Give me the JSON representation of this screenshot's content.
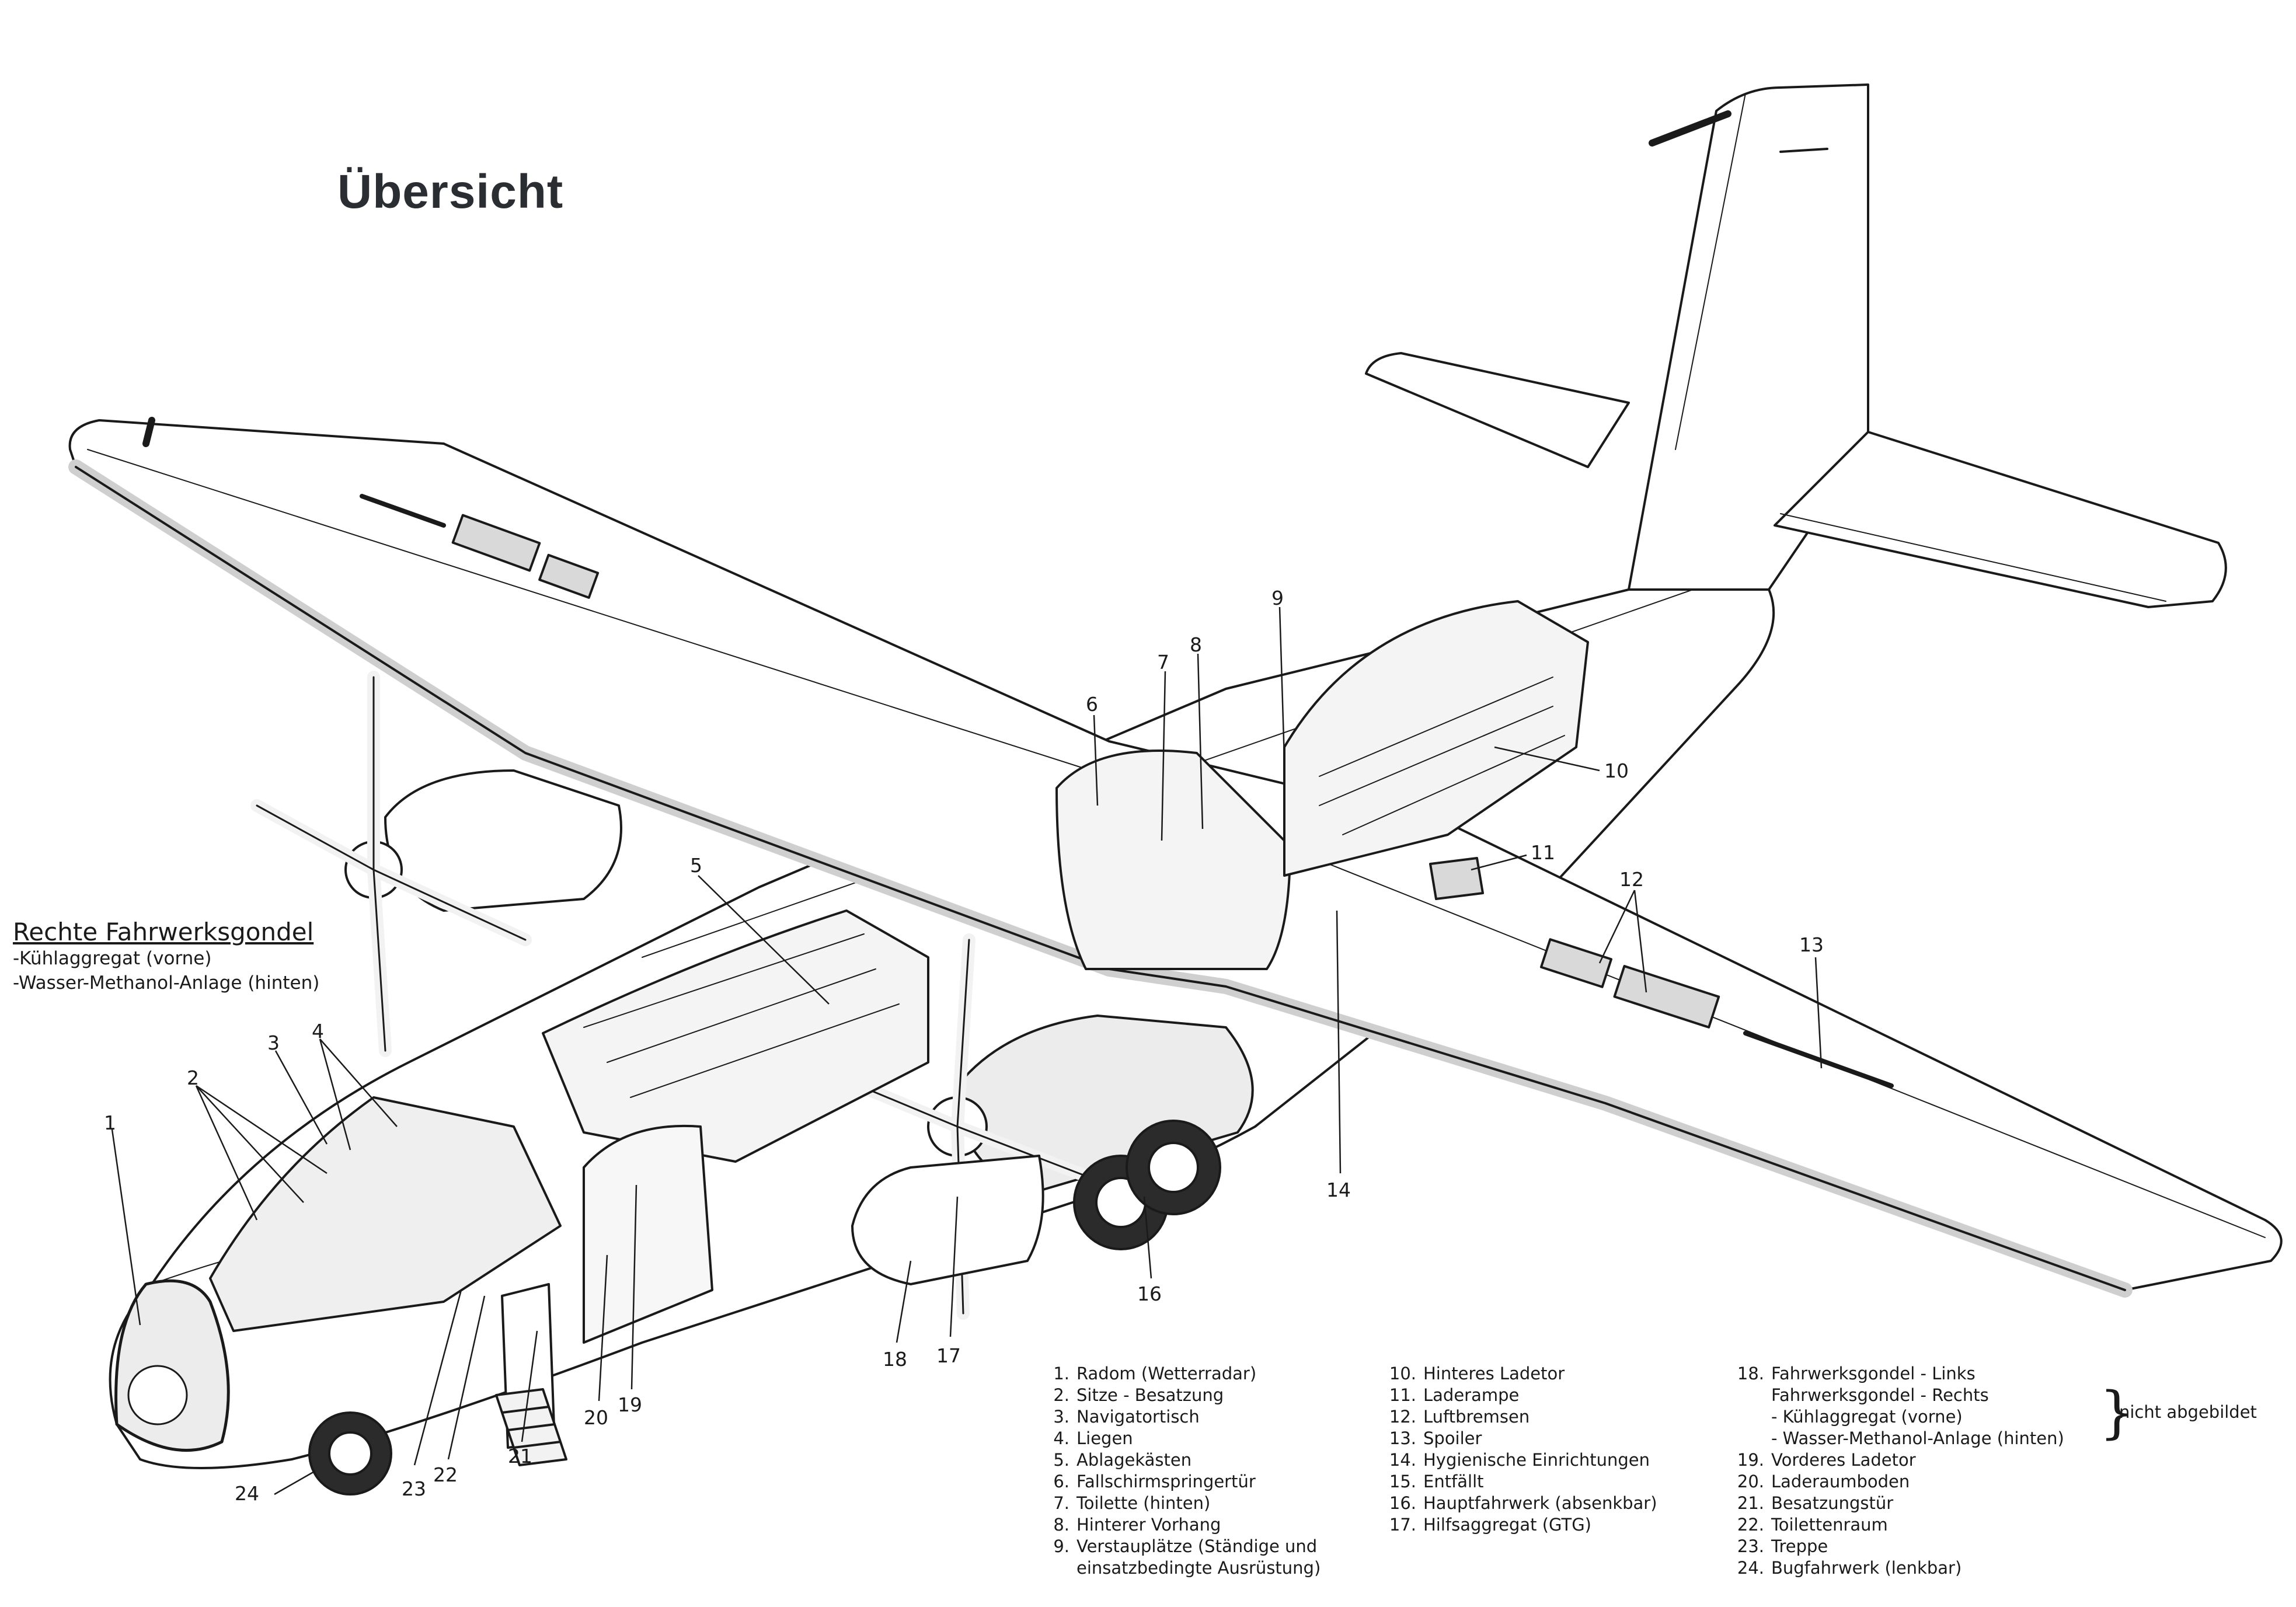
{
  "title": "Übersicht",
  "gondel": {
    "heading": "Rechte Fahrwerksgondel",
    "items": [
      "-Kühlaggregat (vorne)",
      "-Wasser-Methanol-Anlage (hinten)"
    ]
  },
  "callouts": [
    "1",
    "2",
    "3",
    "4",
    "5",
    "6",
    "7",
    "8",
    "9",
    "10",
    "11",
    "12",
    "13",
    "14",
    "16",
    "17",
    "18",
    "19",
    "20",
    "21",
    "22",
    "23",
    "24"
  ],
  "legend": {
    "col1": [
      {
        "n": "1.",
        "t": "Radom (Wetterradar)"
      },
      {
        "n": "2.",
        "t": "Sitze - Besatzung"
      },
      {
        "n": "3.",
        "t": "Navigatortisch"
      },
      {
        "n": "4.",
        "t": "Liegen"
      },
      {
        "n": "5.",
        "t": "Ablagekästen"
      },
      {
        "n": "6.",
        "t": "Fallschirmspringertür"
      },
      {
        "n": "7.",
        "t": "Toilette (hinten)"
      },
      {
        "n": "8.",
        "t": "Hinterer Vorhang"
      },
      {
        "n": "9.",
        "t": "Verstauplätze (Ständige und"
      },
      {
        "n": "",
        "t": "einsatzbedingte Ausrüstung)"
      }
    ],
    "col2": [
      {
        "n": "10.",
        "t": "Hinteres Ladetor"
      },
      {
        "n": "11.",
        "t": "Laderampe"
      },
      {
        "n": "12.",
        "t": "Luftbremsen"
      },
      {
        "n": "13.",
        "t": "Spoiler"
      },
      {
        "n": "14.",
        "t": "Hygienische Einrichtungen"
      },
      {
        "n": "15.",
        "t": "Entfällt"
      },
      {
        "n": "16.",
        "t": "Hauptfahrwerk (absenkbar)"
      },
      {
        "n": "17.",
        "t": "Hilfsaggregat (GTG)"
      }
    ],
    "col3": [
      {
        "n": "18.",
        "t": "Fahrwerksgondel - Links"
      },
      {
        "n": "",
        "t": "Fahrwerksgondel - Rechts"
      },
      {
        "n": "",
        "t": "- Kühlaggregat (vorne)"
      },
      {
        "n": "",
        "t": "- Wasser-Methanol-Anlage (hinten)"
      },
      {
        "n": "19.",
        "t": "Vorderes Ladetor"
      },
      {
        "n": "20.",
        "t": "Laderaumboden"
      },
      {
        "n": "21.",
        "t": "Besatzungstür"
      },
      {
        "n": "22.",
        "t": "Toilettenraum"
      },
      {
        "n": "23.",
        "t": "Treppe"
      },
      {
        "n": "24.",
        "t": "Bugfahrwerk (lenkbar)"
      }
    ],
    "note": "nicht abgebildet"
  }
}
